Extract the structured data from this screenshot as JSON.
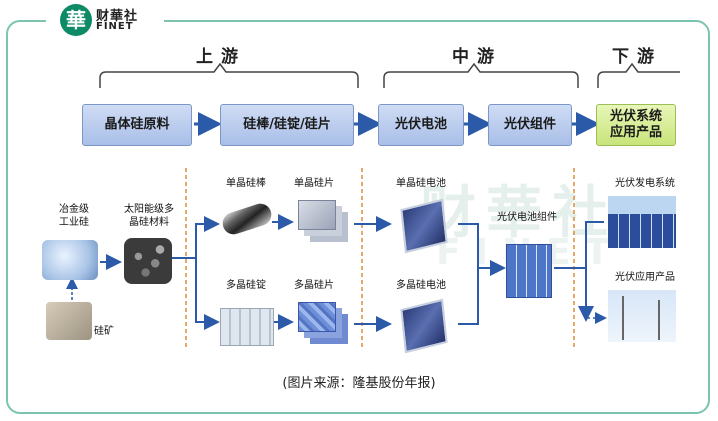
{
  "logo": {
    "glyph": "華",
    "name_cn": "财華社",
    "name_en": "FINET"
  },
  "watermark": {
    "cn": "财華社",
    "en": "FINET"
  },
  "stages": {
    "upstream": "上游",
    "midstream": "中游",
    "downstream": "下游"
  },
  "flow_boxes": {
    "b1": "晶体硅原料",
    "b2": "硅棒/硅锭/硅片",
    "b3": "光伏电池",
    "b4": "光伏组件",
    "b5_line1": "光伏系统",
    "b5_line2": "应用产品"
  },
  "items": {
    "metallurgical_line1": "冶金级",
    "metallurgical_line2": "工业硅",
    "solar_grade_line1": "太阳能级多",
    "solar_grade_line2": "晶硅材料",
    "silicon_ore": "硅矿",
    "mono_rod": "单晶硅棒",
    "mono_wafer": "单晶硅片",
    "poly_ingot": "多晶硅锭",
    "poly_wafer": "多晶硅片",
    "mono_cell": "单晶硅电池",
    "poly_cell": "多晶硅电池",
    "module": "光伏电池组件",
    "power_system": "光伏发电系统",
    "application": "光伏应用产品"
  },
  "caption": "(图片来源：隆基股份年报)",
  "colors": {
    "brand": "#0e8a66",
    "frame": "#7cc4b0",
    "box_blue": "#a9bfe8",
    "box_green": "#c8e47a",
    "arrow": "#2a5aa8",
    "divider": "#e08a3a"
  }
}
